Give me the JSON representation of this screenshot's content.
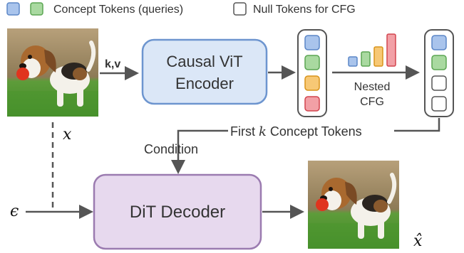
{
  "legend": {
    "concept_tokens_label": "Concept Tokens (queries)",
    "null_tokens_label": "Null Tokens for CFG"
  },
  "input": {
    "symbol": "x",
    "kv_label": "k,v"
  },
  "encoder": {
    "line1": "Causal ViT",
    "line2": "Encoder"
  },
  "nested_cfg": {
    "line1": "Nested",
    "line2": "CFG"
  },
  "feedback": {
    "prefix": "First ",
    "k": "k",
    "suffix": " Concept Tokens"
  },
  "condition_label": "Condition",
  "noise_symbol": "ϵ",
  "decoder": {
    "label": "DiT Decoder"
  },
  "output": {
    "symbol": "x̂"
  },
  "colors": {
    "token_blue": "#a9c4ec",
    "token_green": "#a9d9a0",
    "token_orange": "#f7c875",
    "token_red": "#f2a0a6",
    "encoder_fill": "#dbe7f7",
    "encoder_stroke": "#6d95cf",
    "decoder_fill": "#e7d9ee",
    "decoder_stroke": "#9b7bb0"
  }
}
